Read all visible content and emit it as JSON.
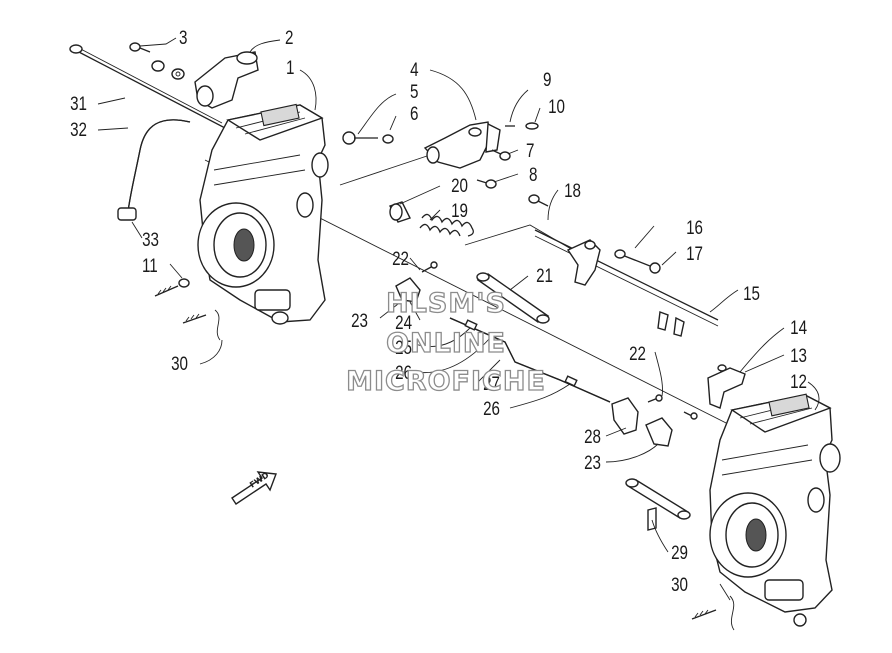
{
  "diagram": {
    "callouts": [
      {
        "id": "c1",
        "text": "1"
      },
      {
        "id": "c2",
        "text": "2"
      },
      {
        "id": "c3",
        "text": "3"
      },
      {
        "id": "c4",
        "text": "4"
      },
      {
        "id": "c5",
        "text": "5"
      },
      {
        "id": "c6",
        "text": "6"
      },
      {
        "id": "c7",
        "text": "7"
      },
      {
        "id": "c8",
        "text": "8"
      },
      {
        "id": "c9",
        "text": "9"
      },
      {
        "id": "c10",
        "text": "10"
      },
      {
        "id": "c11",
        "text": "11"
      },
      {
        "id": "c12",
        "text": "12"
      },
      {
        "id": "c13",
        "text": "13"
      },
      {
        "id": "c14",
        "text": "14"
      },
      {
        "id": "c15",
        "text": "15"
      },
      {
        "id": "c16",
        "text": "16"
      },
      {
        "id": "c17",
        "text": "17"
      },
      {
        "id": "c18",
        "text": "18"
      },
      {
        "id": "c19",
        "text": "19"
      },
      {
        "id": "c20",
        "text": "20"
      },
      {
        "id": "c21",
        "text": "21"
      },
      {
        "id": "c22a",
        "text": "22"
      },
      {
        "id": "c22b",
        "text": "22"
      },
      {
        "id": "c23a",
        "text": "23"
      },
      {
        "id": "c23b",
        "text": "23"
      },
      {
        "id": "c24",
        "text": "24"
      },
      {
        "id": "c25",
        "text": "25"
      },
      {
        "id": "c26a",
        "text": "26"
      },
      {
        "id": "c26b",
        "text": "26"
      },
      {
        "id": "c27",
        "text": "27"
      },
      {
        "id": "c28",
        "text": "28"
      },
      {
        "id": "c29",
        "text": "29"
      },
      {
        "id": "c30a",
        "text": "30"
      },
      {
        "id": "c30b",
        "text": "30"
      },
      {
        "id": "c31",
        "text": "31"
      },
      {
        "id": "c32",
        "text": "32"
      },
      {
        "id": "c33",
        "text": "33"
      }
    ],
    "direction_arrow_label": "FWD"
  },
  "watermark": {
    "line1": "HLSM'S",
    "line2": "ONLINE",
    "line3": "MICROFICHE"
  }
}
